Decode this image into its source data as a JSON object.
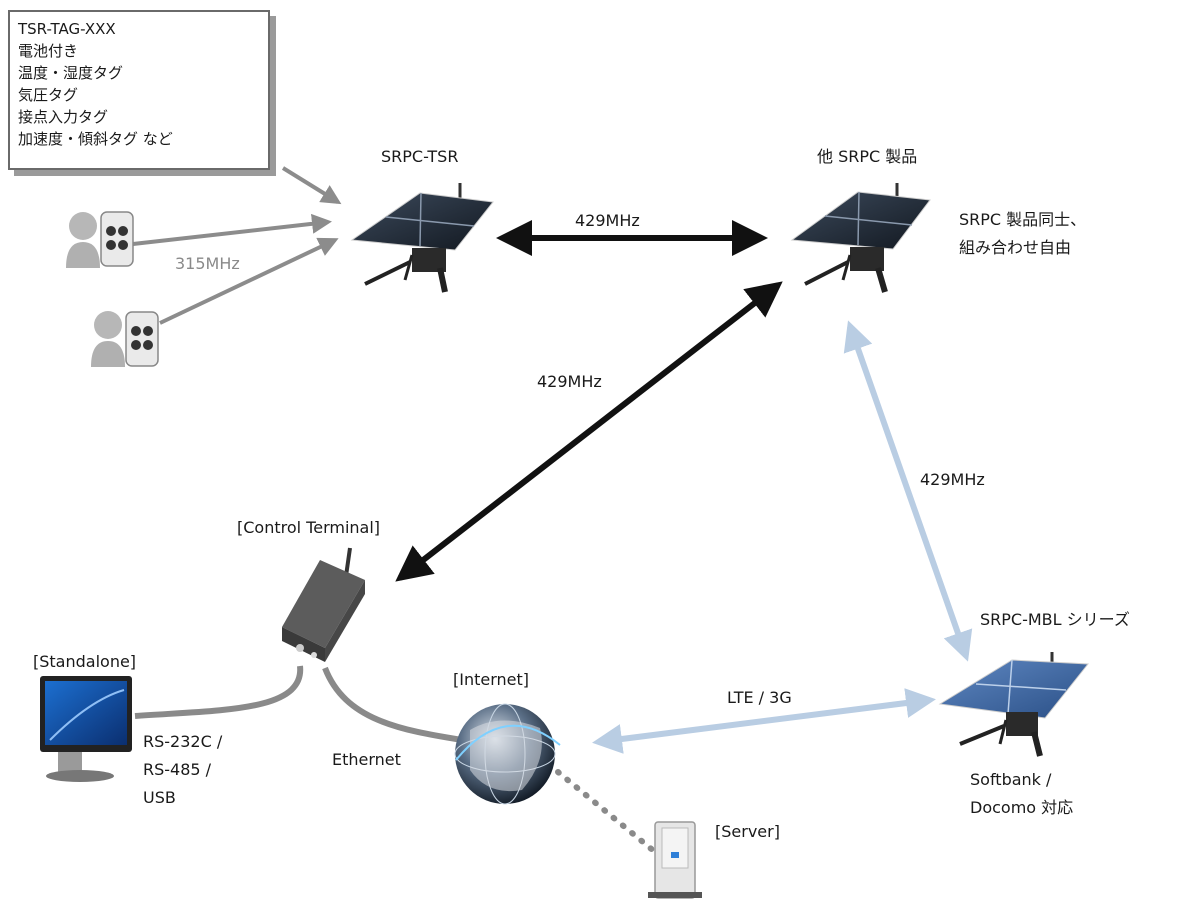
{
  "tag_box": {
    "lines": [
      "TSR-TAG-XXX",
      "電池付き",
      "温度・湿度タグ",
      "気圧タグ",
      "接点入力タグ",
      "加速度・傾斜タグ など"
    ]
  },
  "nodes": {
    "srpc_tsr": "SRPC-TSR",
    "other_srpc": "他 SRPC 製品",
    "other_note_1": "SRPC 製品同士、",
    "other_note_2": "組み合わせ自由",
    "control_terminal": "[Control Terminal]",
    "standalone": "[Standalone]",
    "internet": "[Internet]",
    "server": "[Server]",
    "mbl": "SRPC-MBL シリーズ",
    "mbl_note_1": "Softbank /",
    "mbl_note_2": "Docomo 対応"
  },
  "links": {
    "freq_315": "315MHz",
    "freq_429_top": "429MHz",
    "freq_429_diag": "429MHz",
    "freq_429_right": "429MHz",
    "lte": "LTE / 3G",
    "ethernet": "Ethernet",
    "serial_1": "RS-232C /",
    "serial_2": "RS-485 /",
    "serial_3": "USB"
  },
  "colors": {
    "black_arrow": "#111111",
    "blue_arrow": "#b9cde3",
    "gray_arrow": "#8c8c8c",
    "cable": "#8a8a8a"
  }
}
